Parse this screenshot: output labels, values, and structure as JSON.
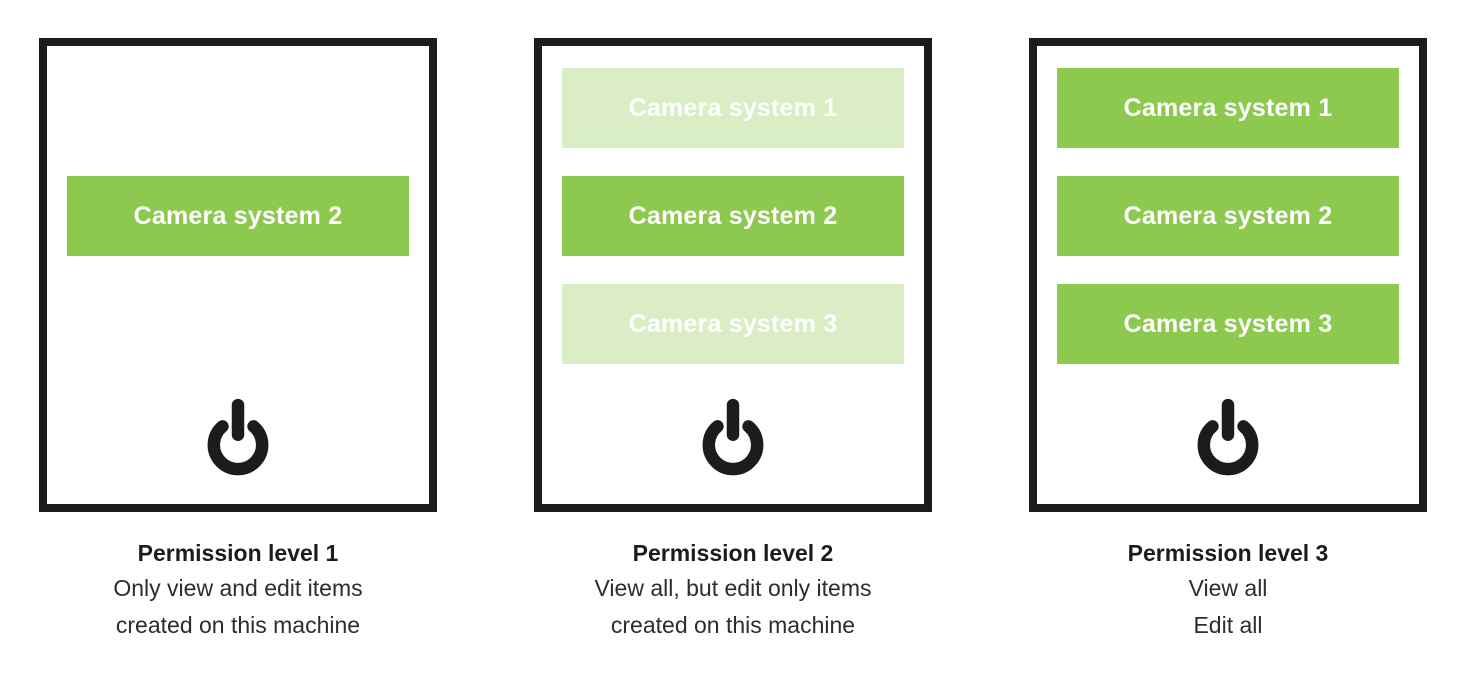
{
  "colors": {
    "accent_green": "#8dc94f",
    "ink": "#1c1c1c",
    "text": "#2d2d2d"
  },
  "panels": [
    {
      "buttons": [
        {
          "label": "Camera system 2",
          "state": "active"
        }
      ],
      "power_icon": "power-icon",
      "caption": {
        "title": "Permission level 1",
        "line1": "Only view and edit items",
        "line2": "created on this machine"
      }
    },
    {
      "buttons": [
        {
          "label": "Camera system 1",
          "state": "faded"
        },
        {
          "label": "Camera system 2",
          "state": "active"
        },
        {
          "label": "Camera system 3",
          "state": "faded"
        }
      ],
      "power_icon": "power-icon",
      "caption": {
        "title": "Permission level 2",
        "line1": "View all, but edit only items",
        "line2": "created on this machine"
      }
    },
    {
      "buttons": [
        {
          "label": "Camera system 1",
          "state": "active"
        },
        {
          "label": "Camera system 2",
          "state": "active"
        },
        {
          "label": "Camera system 3",
          "state": "active"
        }
      ],
      "power_icon": "power-icon",
      "caption": {
        "title": "Permission level 3",
        "line1": "View all",
        "line2": "Edit all"
      }
    }
  ]
}
